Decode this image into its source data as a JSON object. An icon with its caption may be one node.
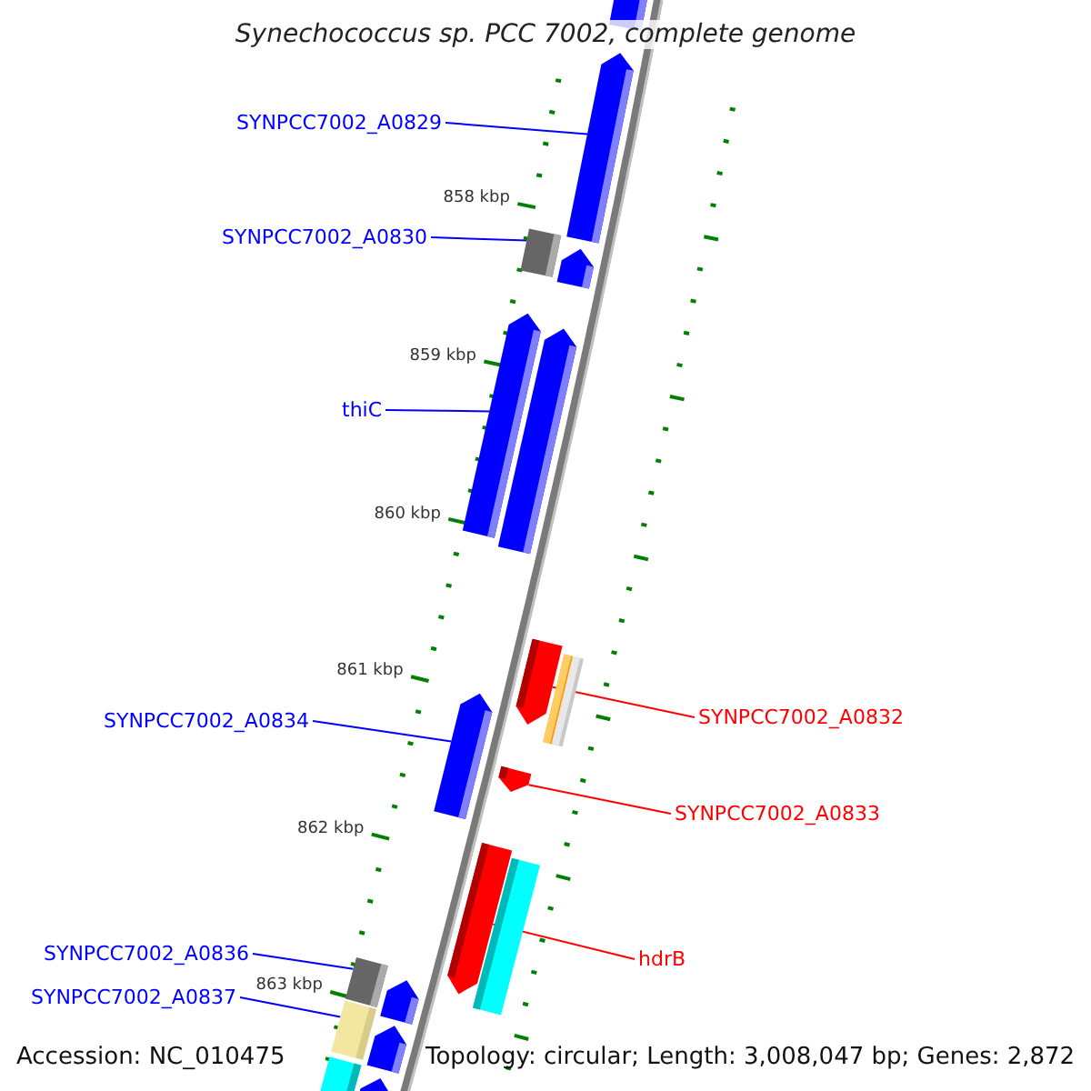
{
  "diagram": {
    "title": "Synechococcus sp. PCC 7002, complete genome",
    "nodes": [
      {
        "text": [
          "SYNPCC7002_A0829"
        ]
      },
      {
        "text": [],
        "shape": "bar"
      },
      {
        "text": [
          "SYNPCC7002_A0830"
        ]
      },
      {
        "text": [],
        "shape": "bar"
      },
      {
        "text": [
          "thiC"
        ]
      },
      {
        "text": [],
        "shape": "bar"
      },
      {
        "text": [
          "SYNPCC7002_A0832"
        ]
      },
      {
        "text": [],
        "shape": "bar"
      },
      {
        "text": [
          "SYNPCC7002_A0834"
        ]
      },
      {
        "text": [],
        "shape": "bar"
      },
      {
        "text": [
          "SYNPCC7002_A0833"
        ]
      },
      {
        "text": [],
        "shape": "bar"
      },
      {
        "text": [
          "hdrB"
        ]
      },
      {
        "text": [],
        "shape": "bar"
      },
      {
        "text": [
          "SYNPCC7002_A0836"
        ]
      },
      {
        "text": [],
        "shape": "bar"
      },
      {
        "text": [
          "SYNPCC7002_A0837"
        ]
      },
      {
        "text": [],
        "shape": "bar"
      }
    ],
    "edges": [
      {
        "from": 0,
        "to": 1,
        "arrow": "none"
      },
      {
        "from": 2,
        "to": 3,
        "arrow": "none"
      },
      {
        "from": 4,
        "to": 5,
        "arrow": "none"
      },
      {
        "from": 6,
        "to": 7,
        "arrow": "none",
        "color": "#ff0000"
      },
      {
        "from": 8,
        "to": 9,
        "arrow": "none"
      },
      {
        "from": 10,
        "to": 11,
        "arrow": "none",
        "color": "#ff0000"
      },
      {
        "from": 12,
        "to": 13,
        "arrow": "none",
        "color": "#ff0000"
      },
      {
        "from": 14,
        "to": 15,
        "arrow": "none"
      },
      {
        "from": 16,
        "to": 17,
        "arrow": "none"
      }
    ],
    "labels": [
      "858 kbp",
      "859 kbp",
      "860 kbp",
      "861 kbp",
      "862 kbp",
      "863 kbp",
      "Accession: NC_010475",
      "Topology: circular; Length: 3,008,047 bp; Genes: 2,872"
    ]
  }
}
